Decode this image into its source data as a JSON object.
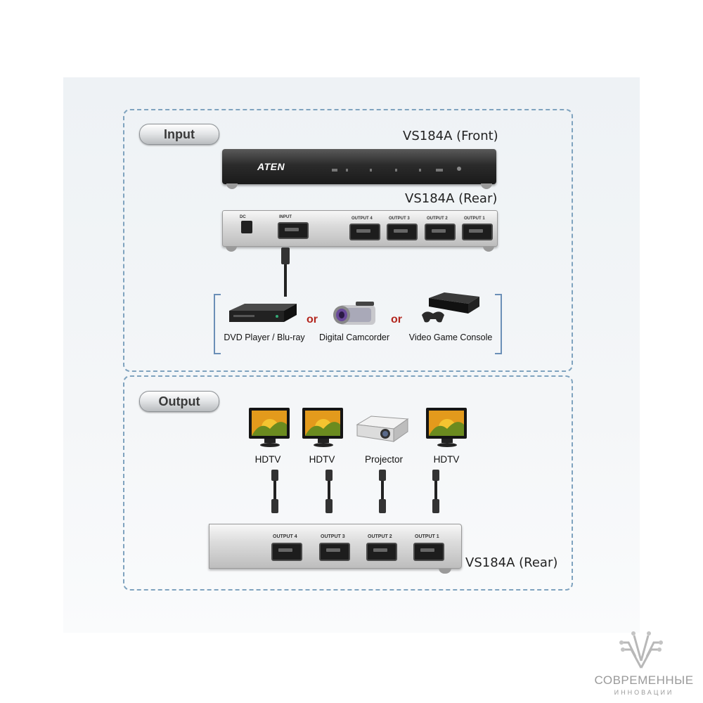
{
  "input_section": {
    "title": "Input",
    "front_caption": "VS184A (Front)",
    "rear_caption": "VS184A (Rear)",
    "front_logo": "ATEN",
    "rear_ports": {
      "input": "INPUT",
      "outputs": [
        "OUTPUT 4",
        "OUTPUT 3",
        "OUTPUT 2",
        "OUTPUT 1"
      ]
    },
    "sources": [
      {
        "label": "DVD Player / Blu-ray",
        "icon": "dvd-player-icon"
      },
      {
        "label": "Digital Camcorder",
        "icon": "camcorder-icon"
      },
      {
        "label": "Video Game Console",
        "icon": "game-console-icon"
      }
    ],
    "or_text": [
      "or",
      "or"
    ]
  },
  "output_section": {
    "title": "Output",
    "rear_caption": "VS184A (Rear)",
    "displays": [
      {
        "label": "HDTV",
        "icon": "hdtv-icon"
      },
      {
        "label": "HDTV",
        "icon": "hdtv-icon"
      },
      {
        "label": "Projector",
        "icon": "projector-icon"
      },
      {
        "label": "HDTV",
        "icon": "hdtv-icon"
      }
    ],
    "rear_ports": [
      "OUTPUT 4",
      "OUTPUT 3",
      "OUTPUT 2",
      "OUTPUT 1"
    ]
  },
  "watermark": {
    "text": "СОВРЕМЕННЫЕ",
    "subtext": "ИННОВАЦИИ",
    "icon": "circuit-logo-icon"
  },
  "colors": {
    "dashed_border": "#7fa3bf",
    "or_text": "#b3261e",
    "bracket": "#6b8fb7"
  }
}
